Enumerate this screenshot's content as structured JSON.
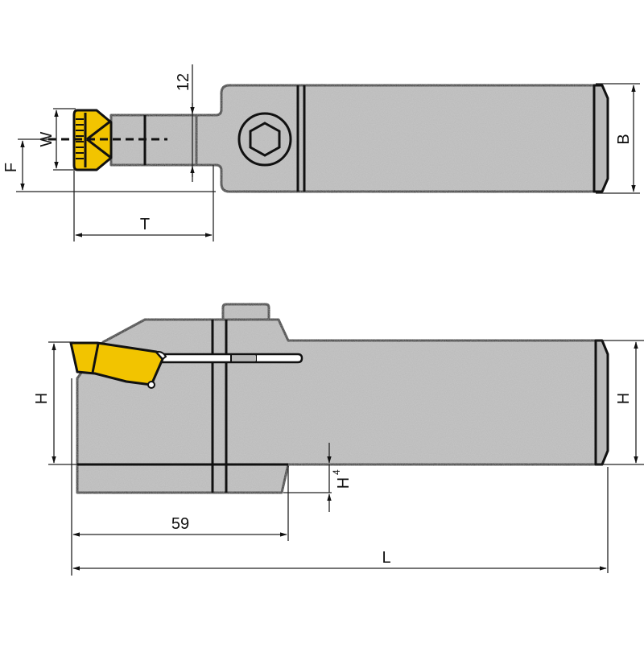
{
  "drawing": {
    "title": "Grooving tool holder dimension drawing",
    "colors": {
      "body": "#b9b9b9",
      "insert": "#f2c400",
      "outline": "#111111",
      "background": "#ffffff"
    },
    "top_view": {
      "labels": {
        "width_W": "W",
        "offset_F": "F",
        "depth_T": "T",
        "neck_12": "12",
        "shank_B": "B"
      }
    },
    "side_view": {
      "labels": {
        "height_H_left": "H",
        "height_H_right": "H",
        "step_H4_main": "H",
        "step_H4_sub": "4",
        "length_59": "59",
        "length_L": "L"
      }
    },
    "icons": {
      "clamp_screw": "hex-socket-screw-icon"
    }
  }
}
